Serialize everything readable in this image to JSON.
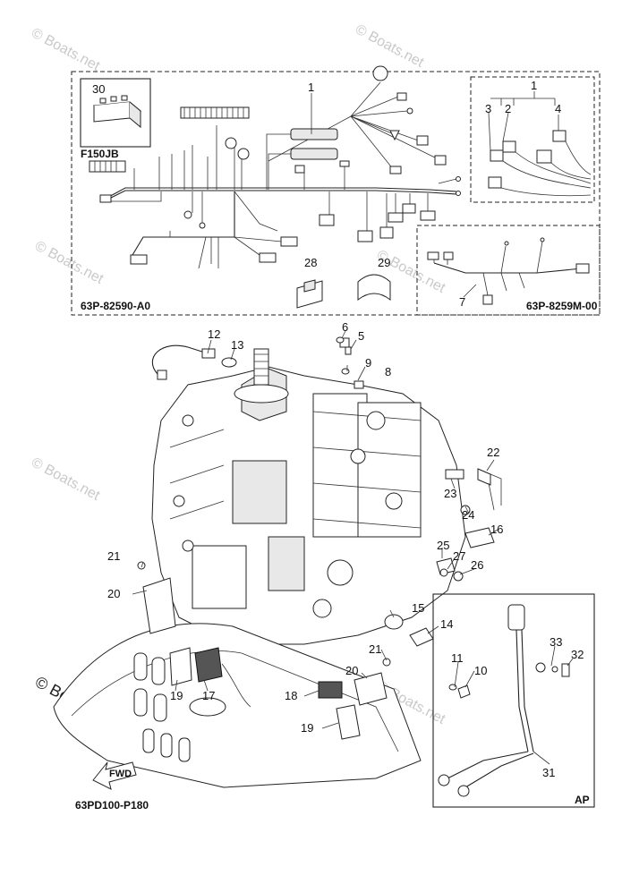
{
  "diagram": {
    "drawing_code": "63PD100-P180",
    "harness_code_main": "63P-82590-A0",
    "harness_code_sub": "63P-8259M-00",
    "model_label": "F150JB",
    "ap_label": "AP",
    "fwd_label": "FWD",
    "watermark": "© Boats.net",
    "watermark_short": "Boats.net"
  },
  "callouts": [
    "1",
    "1",
    "2",
    "3",
    "4",
    "5",
    "6",
    "7",
    "8",
    "9",
    "10",
    "11",
    "12",
    "13",
    "14",
    "15",
    "16",
    "17",
    "18",
    "19",
    "19",
    "20",
    "20",
    "21",
    "21",
    "22",
    "23",
    "24",
    "25",
    "26",
    "27",
    "28",
    "29",
    "30",
    "31",
    "32",
    "33"
  ]
}
